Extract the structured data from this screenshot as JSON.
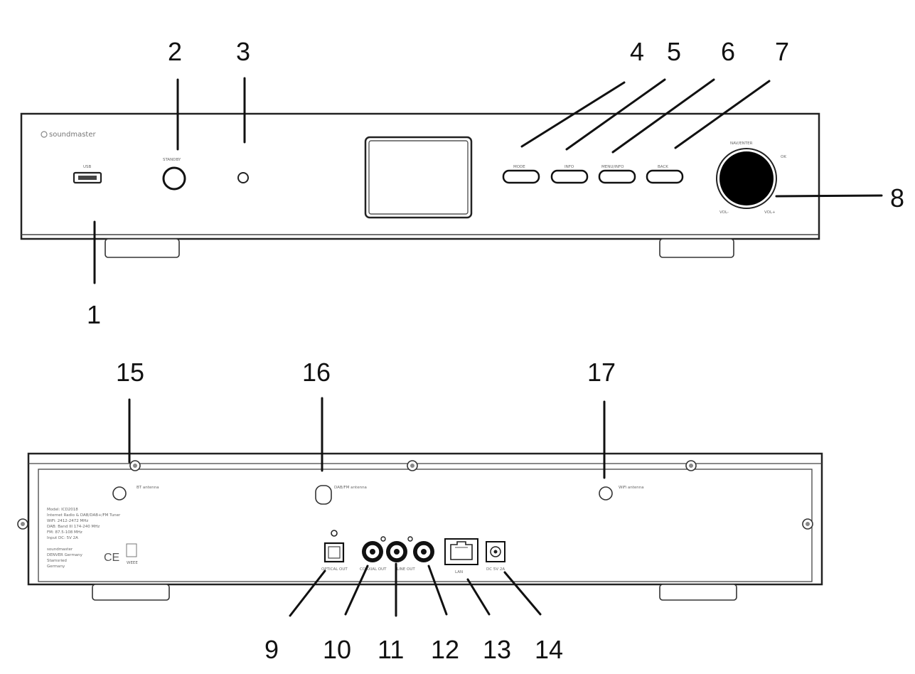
{
  "front": {
    "brand": "soundmaster",
    "usb_label": "USB",
    "standby_label": "STANDBY",
    "buttons": [
      "MODE",
      "INFO",
      "MENU/INFO",
      "BACK"
    ],
    "knob_top_label": "NAV/ENTER",
    "knob_right_label": "OK",
    "knob_vol_down": "VOL-",
    "knob_vol_up": "VOL+"
  },
  "back": {
    "bt_antenna": "BT antenna",
    "dab_antenna": "DAB/FM antenna",
    "wifi_antenna": "WiFi antenna",
    "optical_out": "OPTICAL OUT",
    "coaxial_out": "COAXIAL OUT",
    "line_out": "LINE OUT",
    "lan": "LAN",
    "dc_in": "DC 5V 2A",
    "rating_lines": [
      "Model: ICD2018",
      "Internet Radio & DAB/DAB+/FM Tuner",
      "WiFi: 2412-2472 MHz",
      "DAB: Band III 174-240 MHz",
      "FM: 87.5-108 MHz",
      "Input DC: 5V 2A"
    ],
    "maker_lines": [
      "soundmaster",
      "DENVER Germany",
      "Stamsried",
      "Germany"
    ],
    "ce_mark": "CE",
    "weee_label": "WEEE"
  },
  "callouts": {
    "c1": "1",
    "c2": "2",
    "c3": "3",
    "c4": "4",
    "c5": "5",
    "c6": "6",
    "c7": "7",
    "c8": "8",
    "c9": "9",
    "c10": "10",
    "c11": "11",
    "c12": "12",
    "c13": "13",
    "c14": "14",
    "c15": "15",
    "c16": "16",
    "c17": "17"
  }
}
